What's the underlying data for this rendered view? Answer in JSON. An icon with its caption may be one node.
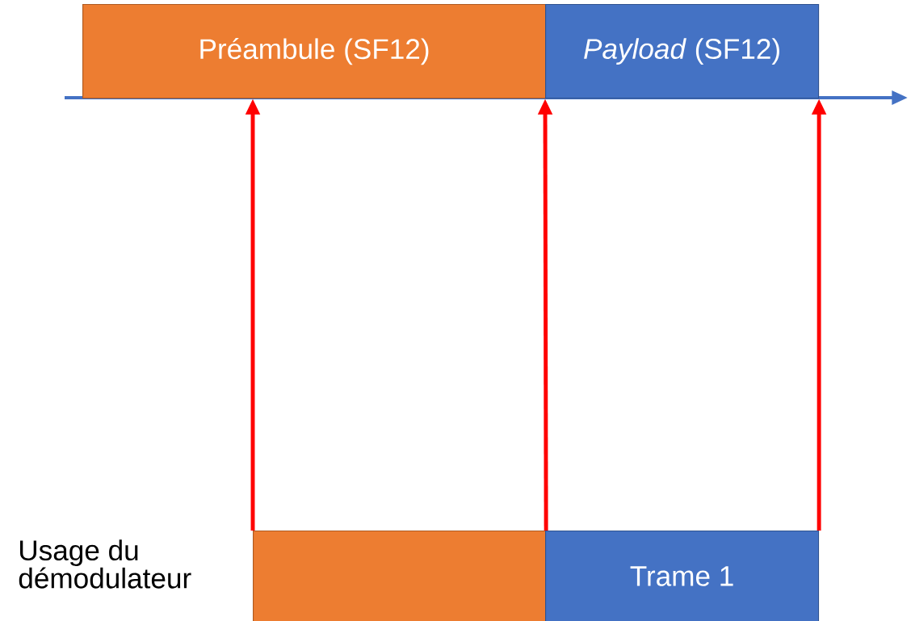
{
  "diagram": {
    "nodes": [
      {
        "text": [
          "Préambule (SF12)"
        ]
      },
      {
        "text": [
          "*Payload* (SF12)"
        ]
      },
      {
        "text": [],
        "shape": "box"
      },
      {
        "text": [
          "Trame 1"
        ]
      }
    ],
    "edges": [
      {
        "from": 2,
        "to": 0,
        "arrow": "to"
      },
      {
        "from": 2,
        "to": 1,
        "arrow": "to"
      },
      {
        "from": 3,
        "to": 1,
        "arrow": "to"
      }
    ],
    "labels": [
      "Usage du démodulateur"
    ]
  }
}
